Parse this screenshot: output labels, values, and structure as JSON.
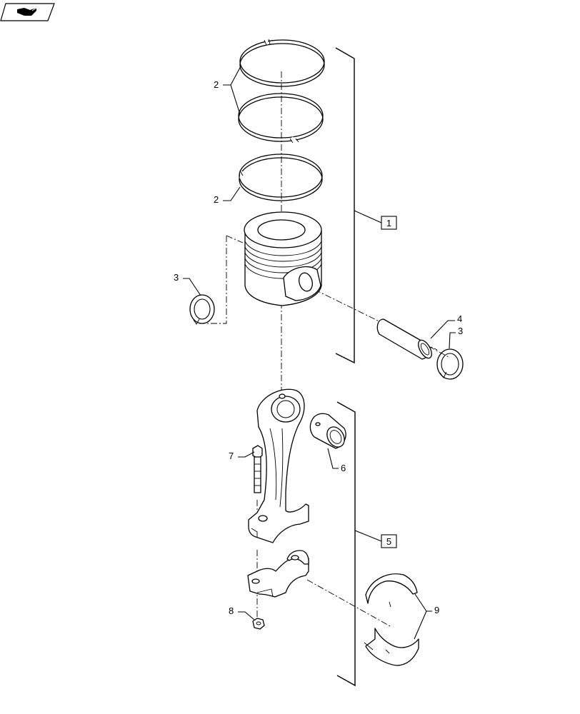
{
  "diagram": {
    "nav_icon": "page-flip-icon",
    "callouts": {
      "ring_top": "2",
      "ring_lower": "2",
      "circlip_left": "3",
      "circlip_right": "3",
      "pin": "4",
      "bushing": "6",
      "bolt": "7",
      "nut": "8",
      "bearing": "9",
      "assembly_piston": "1",
      "assembly_rod": "5"
    }
  }
}
